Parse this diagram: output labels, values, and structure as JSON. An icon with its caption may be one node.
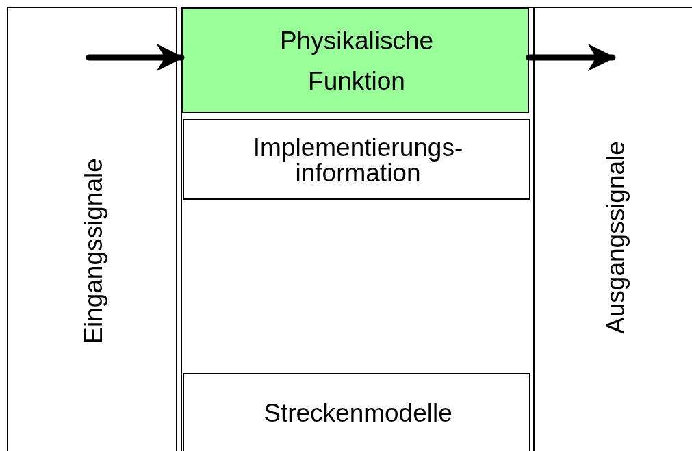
{
  "diagram": {
    "nodes": [
      {
        "text": [
          "Eingangssignale"
        ]
      },
      {
        "text": [],
        "shape": "box"
      },
      {
        "text": [
          "Physikalische Funktion"
        ],
        "in": 1
      },
      {
        "text": [
          "Implementierungs- information"
        ],
        "in": 1
      },
      {
        "text": [
          "Streckenmodelle"
        ],
        "in": 1
      },
      {
        "text": [
          "Ausgangssignale"
        ]
      }
    ],
    "edges": [
      {
        "from": 0,
        "to": 2,
        "arrow": "to"
      },
      {
        "from": 2,
        "to": 5,
        "arrow": "to"
      }
    ]
  }
}
